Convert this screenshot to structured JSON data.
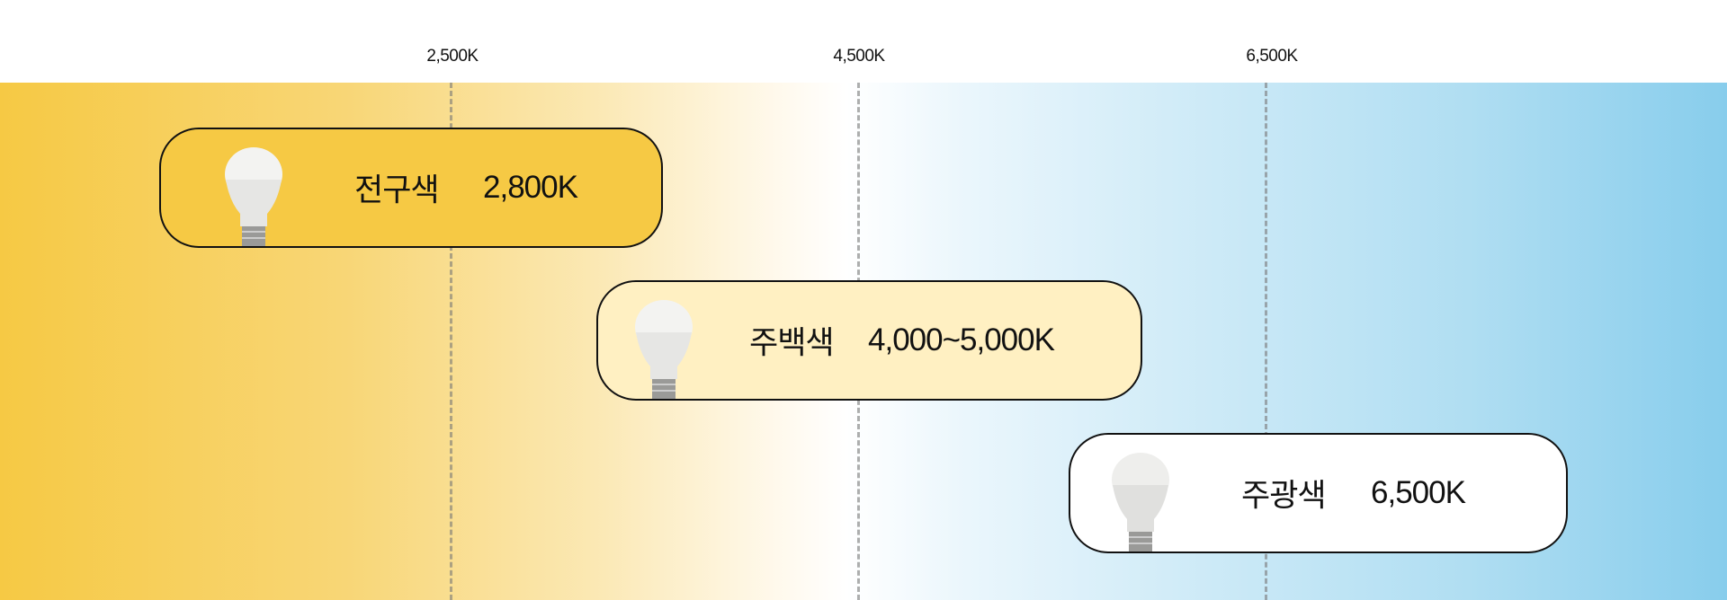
{
  "axis_ticks": [
    "2,500K",
    "4,500K",
    "6,500K"
  ],
  "cards": [
    {
      "name": "전구색",
      "value": "2,800K",
      "color": "#F6C944"
    },
    {
      "name": "주백색",
      "value": "4,000~5,000K",
      "color": "#FFF0C2"
    },
    {
      "name": "주광색",
      "value": "6,500K",
      "color": "#FFFFFF"
    }
  ],
  "gradient": {
    "warm": "#F6C944",
    "neutral": "#FFFFFF",
    "cool": "#88CDEC"
  }
}
